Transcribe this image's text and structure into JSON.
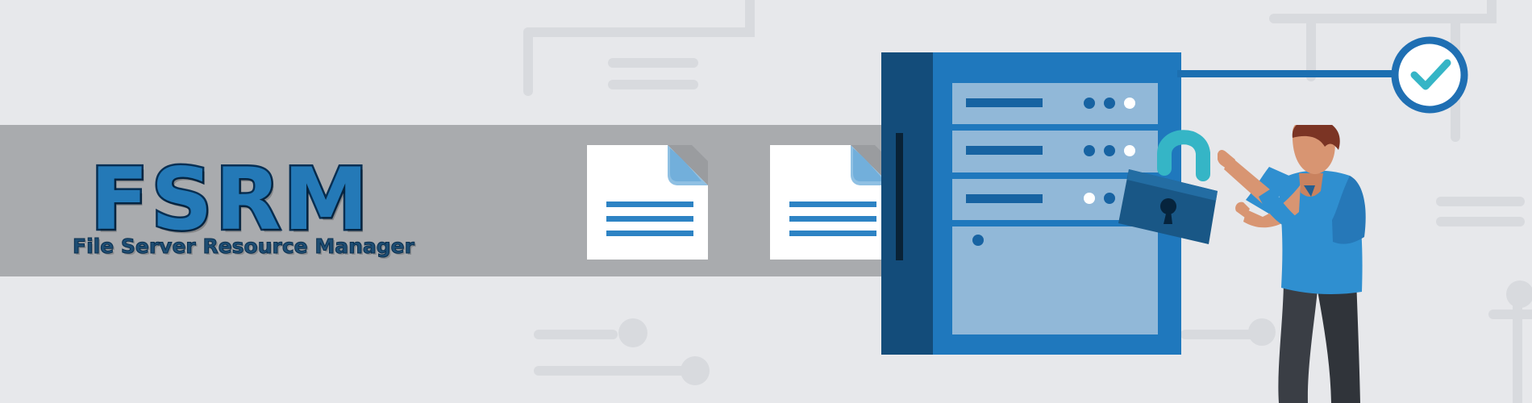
{
  "brand": {
    "title": "FSRM",
    "subtitle": "File Server Resource Manager"
  },
  "icons": [
    "document-icon",
    "server-rack-icon",
    "padlock-icon",
    "checkmark-icon",
    "person-illustration"
  ],
  "colors": {
    "background": "#e7e8eb",
    "band": "#a9abae",
    "brand_blue": "#2479b7",
    "dark_blue": "#072f53",
    "server_blue": "#1f78bd",
    "server_panel": "#8eb7d8",
    "accent_teal": "#3bb3c3"
  }
}
